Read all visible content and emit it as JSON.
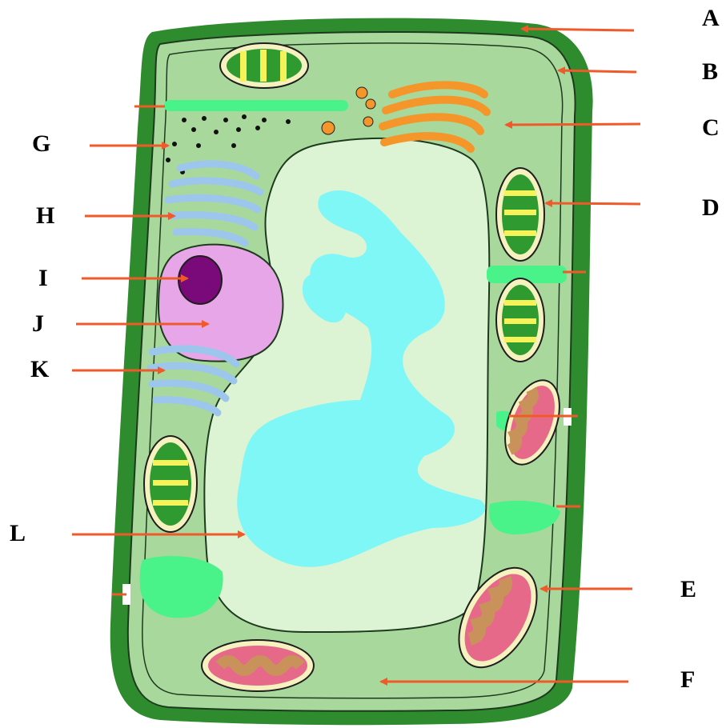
{
  "labels": {
    "A": "A",
    "B": "B",
    "C": "C",
    "D": "D",
    "E": "E",
    "F": "F",
    "G": "G",
    "H": "H",
    "I": "I",
    "J": "J",
    "K": "K",
    "L": "L"
  },
  "colors": {
    "cell_wall": "#2e8b2e",
    "cytoplasm": "#a9d89c",
    "vacuole": "#dcf3d4",
    "vacuole_sap": "#7ff7f7",
    "nucleus": "#e7a6e7",
    "nucleolus": "#7a0a7a",
    "chloroplast": "#2f9a2f",
    "chloroplast_band": "#f5f25a",
    "mitochondrion": "#e7698a",
    "mitochondrion_inner": "#c9925a",
    "golgi": "#f5962a",
    "er": "#9cc6ec",
    "plasmodesma": "#4af28a",
    "arrow": "#f05a2a"
  }
}
